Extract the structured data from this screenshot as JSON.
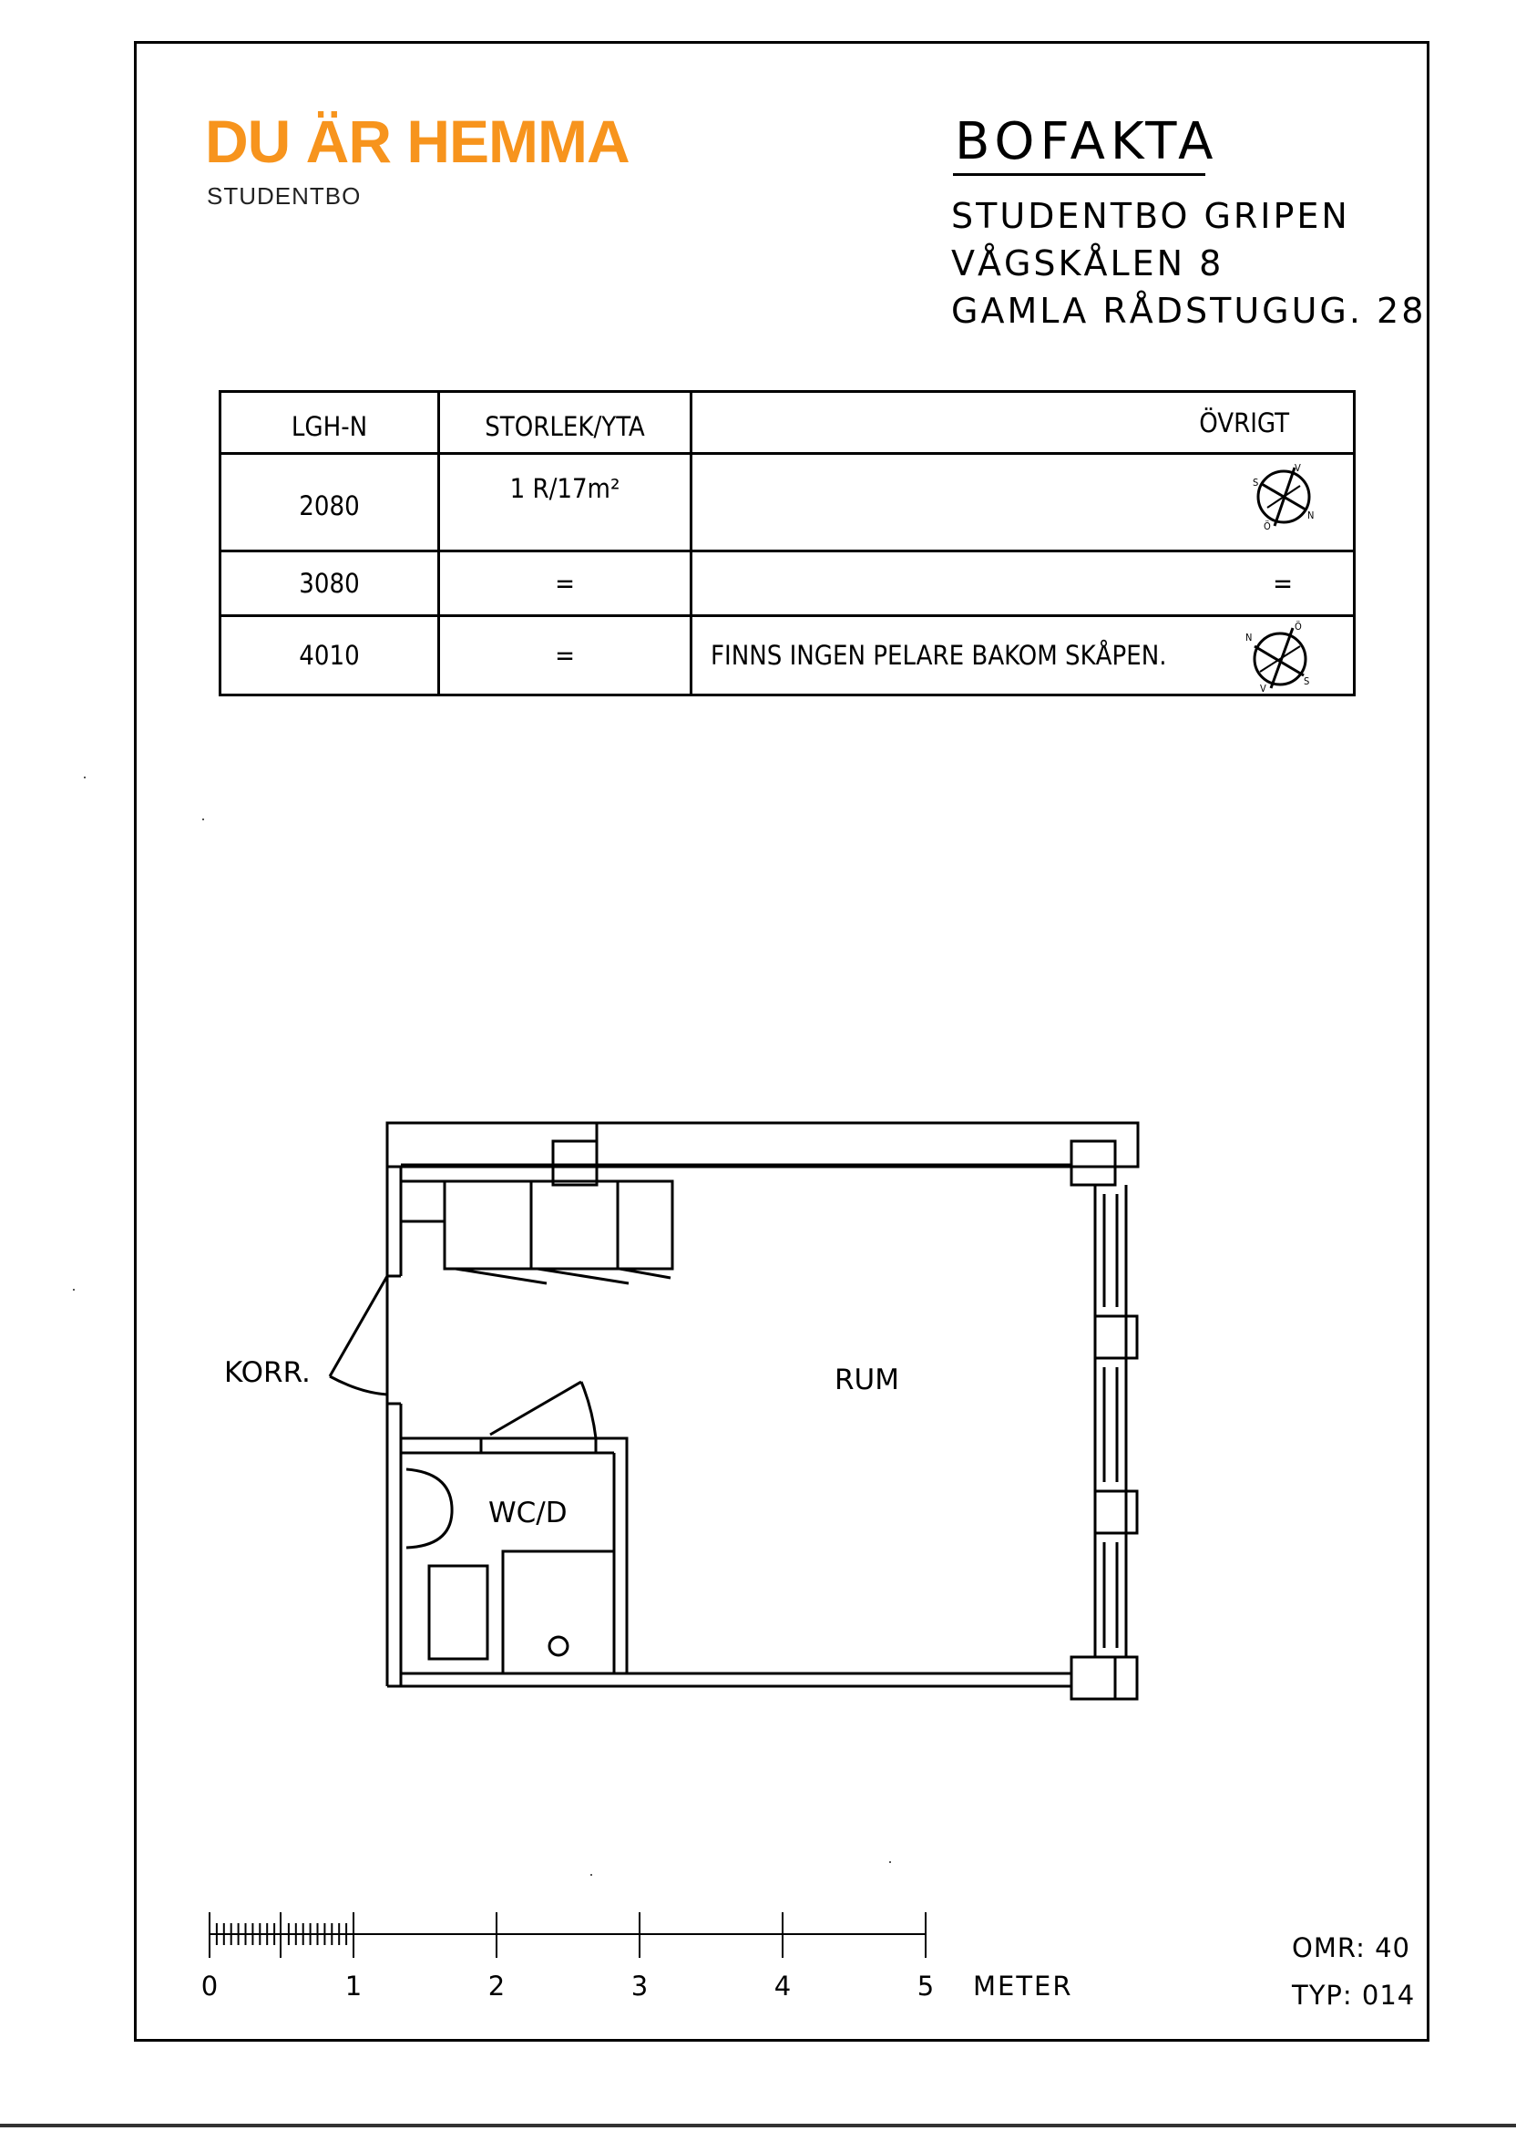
{
  "brand": {
    "name": "DU ÄR HEMMA",
    "sub": "STUDENTBO",
    "color": "#f7941d"
  },
  "header": {
    "title": "BOFAKTA",
    "address": [
      "STUDENTBO  GRIPEN",
      "VÅGSKÅLEN 8",
      "GAMLA RÅDSTUGUG. 28"
    ]
  },
  "table": {
    "headers": [
      "LGH-N",
      "STORLEK/YTA",
      "ÖVRIGT"
    ],
    "rows": [
      {
        "lgh": "2080",
        "storlek": "1 R/17m²",
        "ovrigt": "",
        "compass": [
          "S",
          "V",
          "Ö",
          "N"
        ]
      },
      {
        "lgh": "3080",
        "storlek": "=",
        "ovrigt": "="
      },
      {
        "lgh": "4010",
        "storlek": "=",
        "ovrigt": "FINNS INGEN PELARE BAKOM SKÅPEN.",
        "compass": [
          "N",
          "Ö",
          "V",
          "S"
        ]
      }
    ]
  },
  "plan": {
    "korr": "KORR.",
    "rum": "RUM",
    "wc": "WC/D"
  },
  "scale": {
    "ticks": [
      "0",
      "1",
      "2",
      "3",
      "4",
      "5"
    ],
    "unit": "METER"
  },
  "meta": {
    "omr": "OMR: 40",
    "typ": "TYP: 014"
  }
}
